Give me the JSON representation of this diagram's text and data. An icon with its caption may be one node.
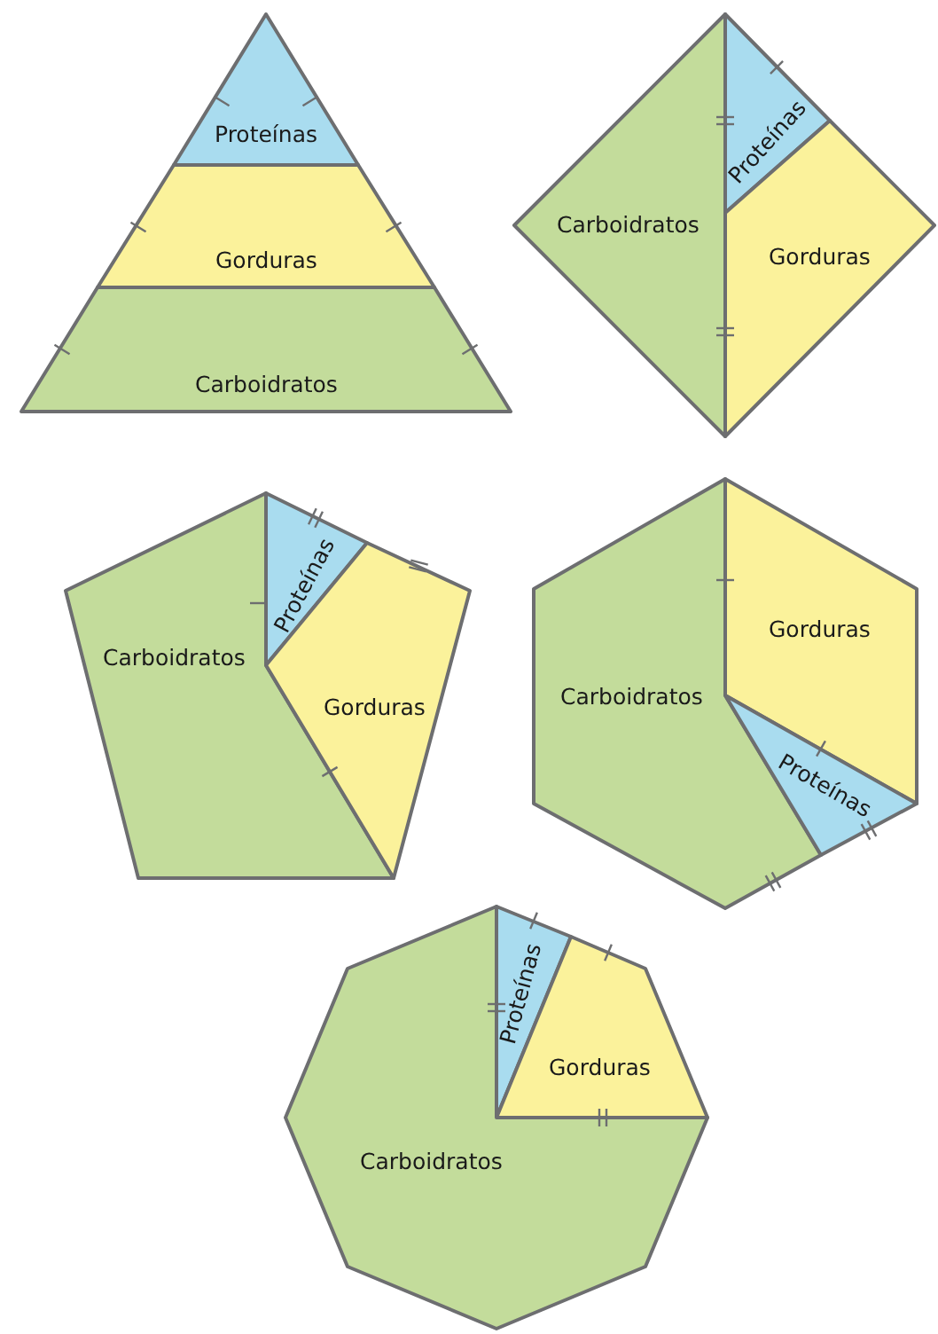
{
  "diagram": {
    "nodes": [
      {
        "text": [
          "Proteínas"
        ]
      },
      {
        "text": [
          "Gorduras"
        ]
      },
      {
        "text": [
          "Carboidratos"
        ]
      },
      {
        "text": [
          "Proteínas"
        ]
      },
      {
        "text": [
          "Carboidratos"
        ]
      },
      {
        "text": [
          "Gorduras"
        ]
      },
      {
        "text": [
          "Proteínas"
        ]
      },
      {
        "text": [
          "Carboidratos"
        ]
      },
      {
        "text": [
          "Gorduras"
        ]
      },
      {
        "text": [
          "Gorduras"
        ]
      },
      {
        "text": [
          "Carboidratos"
        ]
      },
      {
        "text": [
          "Proteínas"
        ]
      },
      {
        "text": [
          "Proteínas"
        ]
      },
      {
        "text": [
          "Gorduras"
        ]
      },
      {
        "text": [
          "Carboidratos"
        ]
      }
    ]
  }
}
